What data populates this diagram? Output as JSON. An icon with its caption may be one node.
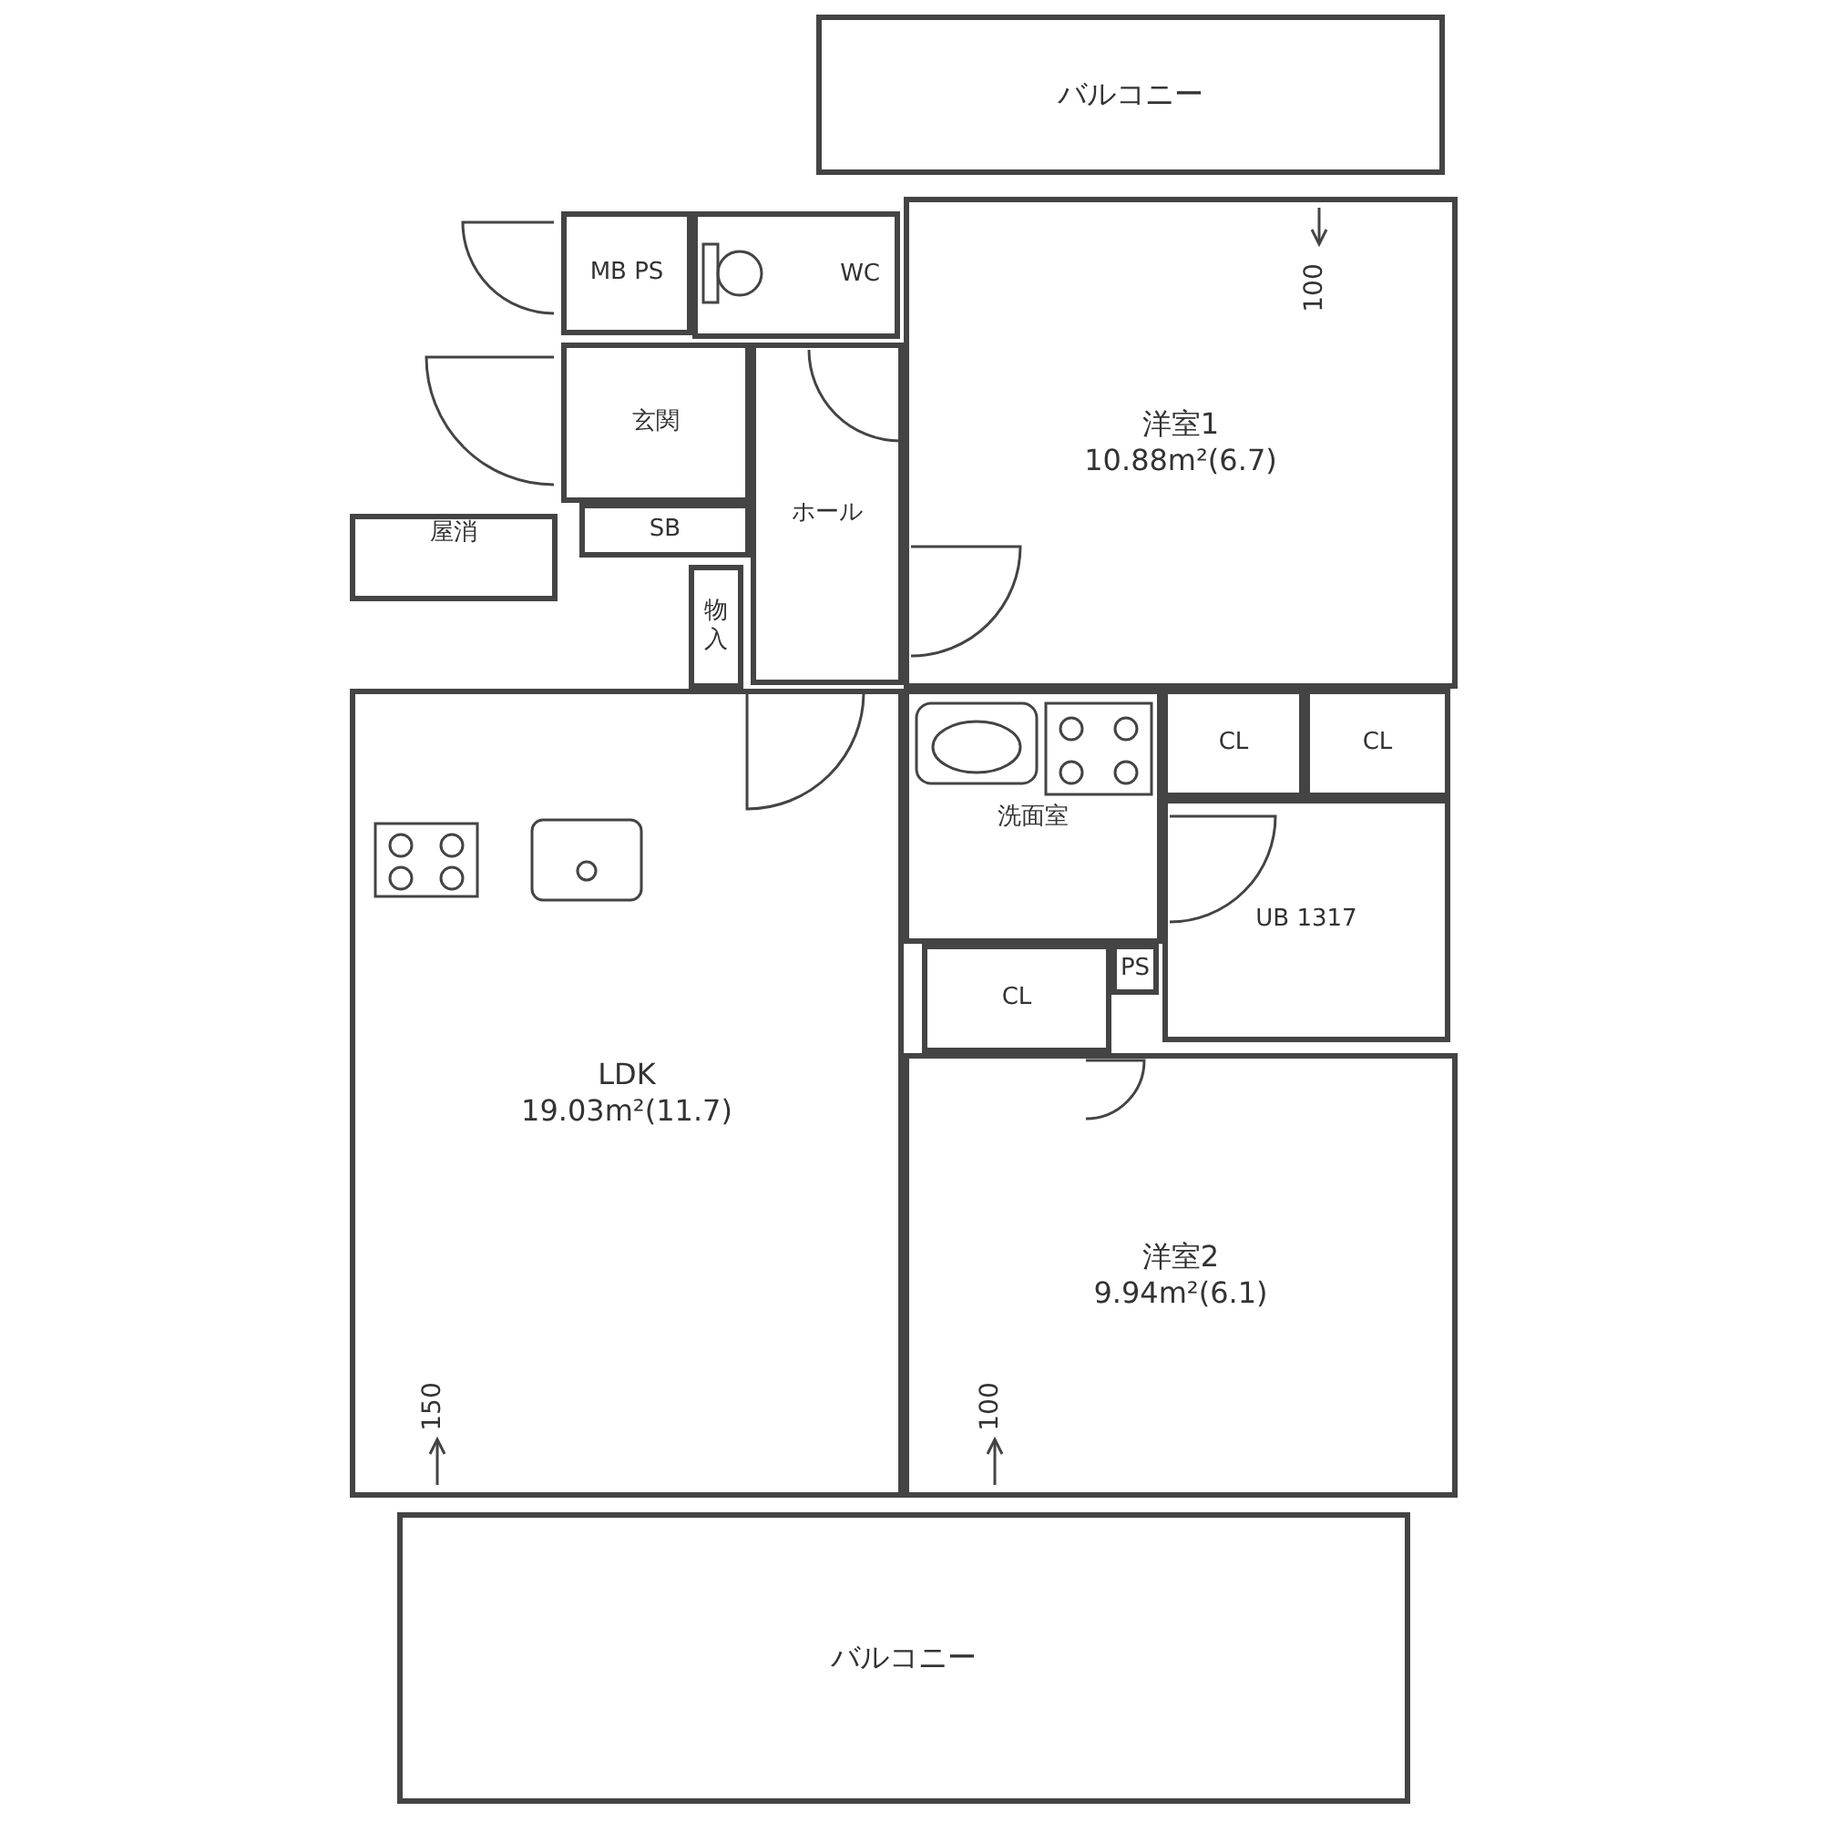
{
  "diagram": {
    "nodes": [
      {
        "text": [
          "バルコニー"
        ]
      },
      {
        "text": [
          "MB PS"
        ]
      },
      {
        "text": [
          "WC"
        ]
      },
      {
        "text": [
          "玄関"
        ]
      },
      {
        "text": [
          "屋消"
        ]
      },
      {
        "text": [
          "SB"
        ]
      },
      {
        "text": [
          "ホール"
        ]
      },
      {
        "text": [
          "物入"
        ]
      },
      {
        "text": [
          "洋室1",
          "10.88m²(6.7)"
        ]
      },
      {
        "text": [
          "CL"
        ]
      },
      {
        "text": [
          "CL"
        ]
      },
      {
        "text": [
          "洗面室"
        ]
      },
      {
        "text": [
          "UB 1317"
        ]
      },
      {
        "text": [
          "PS"
        ]
      },
      {
        "text": [
          "CL"
        ]
      },
      {
        "text": [
          "LDK",
          "19.03m²(11.7)"
        ]
      },
      {
        "text": [
          "洋室2",
          "9.94m²(6.1)"
        ]
      },
      {
        "text": [
          "バルコニー"
        ]
      }
    ],
    "labels": [
      "100",
      "150",
      "100"
    ]
  }
}
